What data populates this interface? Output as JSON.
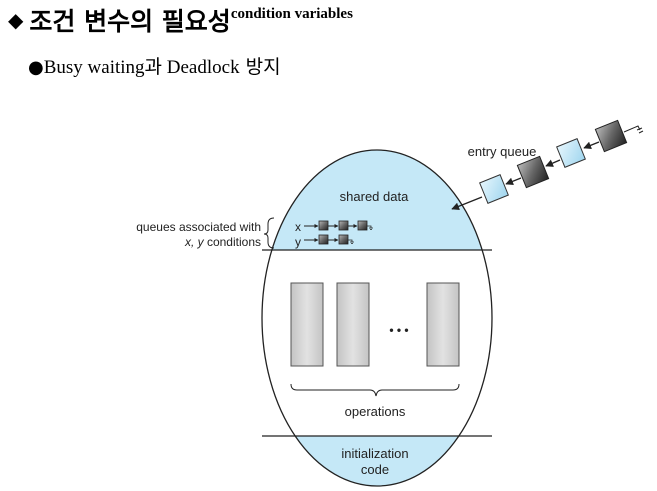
{
  "title": {
    "bullet_symbol": "◆",
    "main": "조건 변수의 필요성",
    "subtitle": "condition variables"
  },
  "bullet": {
    "symbol": "●",
    "text_en1": "Busy waiting",
    "text_ko1": "과",
    "text_en2": " Deadlock",
    "text_ko2": " 방지"
  },
  "diagram": {
    "entry_queue_label": "entry queue",
    "shared_data_label": "shared data",
    "queues_label_line1": "queues associated with",
    "queues_label_line2_vars": "x, y",
    "queues_label_line2_rest": " conditions",
    "queue_x_label": "x",
    "queue_y_label": "y",
    "ellipsis": "• • •",
    "operations_label": "operations",
    "init_label_line1": "initialization",
    "init_label_line2": "code",
    "colors": {
      "region_fill": "#c5e8f7",
      "body_fill": "#ffffff",
      "outline": "#222222",
      "operation_box": "#d6d6d6",
      "queue_light": "#bfe6f7",
      "queue_dark": "#444444"
    }
  }
}
